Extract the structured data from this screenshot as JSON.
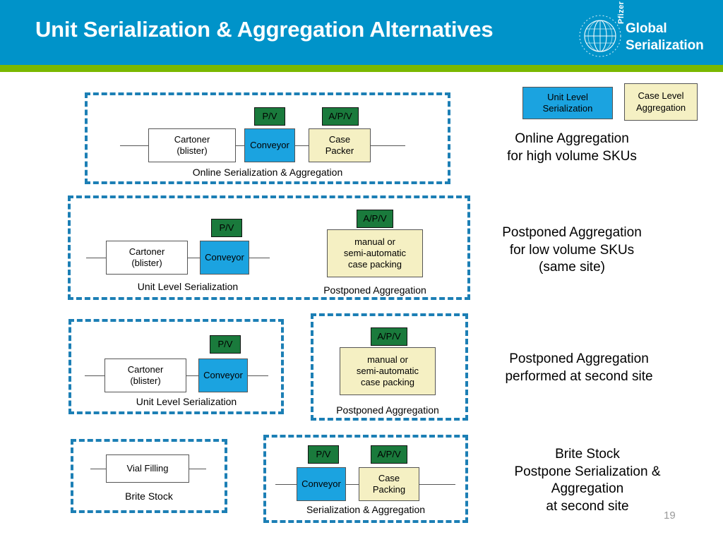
{
  "header": {
    "title": "Unit  Serialization & Aggregation Alternatives",
    "bar_color": "#0093c9",
    "rule_color": "#7ab800",
    "logo": {
      "brand": "Pfizer",
      "line1": "Global",
      "line2": "Serialization",
      "icon": "globe-icon"
    }
  },
  "legend": {
    "unit_level": "Unit Level\nSerialization",
    "unit_level_l1": "Unit Level",
    "unit_level_l2": "Serialization",
    "unit_color": "#1ba3e0",
    "case_level_l1": "Case Level",
    "case_level_l2": "Aggregation",
    "case_color": "#f5f0c3"
  },
  "colors": {
    "green_tag": "#1a7a3c",
    "dashed_border": "#1c7fb5",
    "node_border": "#555555"
  },
  "rows": [
    {
      "id": "row-online",
      "nodes": {
        "cartoner_l1": "Cartoner",
        "cartoner_l2": "(blister)",
        "conveyor": "Conveyor",
        "case_packer_l1": "Case",
        "case_packer_l2": "Packer",
        "tag_pv": "P/V",
        "tag_apv": "A/P/V"
      },
      "caption": "Online Serialization & Aggregation",
      "description_l1": "Online Aggregation",
      "description_l2": "for high volume SKUs"
    },
    {
      "id": "row-postponed-same-site",
      "nodes": {
        "cartoner_l1": "Cartoner",
        "cartoner_l2": "(blister)",
        "conveyor": "Conveyor",
        "tag_pv": "P/V",
        "tag_apv": "A/P/V",
        "manual_l1": "manual or",
        "manual_l2": "semi-automatic",
        "manual_l3": "case packing"
      },
      "caption_left": "Unit Level  Serialization",
      "caption_right": "Postponed  Aggregation",
      "description_l1": "Postponed Aggregation",
      "description_l2": "for low volume SKUs",
      "description_l3": "(same site)"
    },
    {
      "id": "row-postponed-second-site",
      "nodes": {
        "cartoner_l1": "Cartoner",
        "cartoner_l2": "(blister)",
        "conveyor": "Conveyor",
        "tag_pv": "P/V",
        "tag_apv": "A/P/V",
        "manual_l1": "manual or",
        "manual_l2": "semi-automatic",
        "manual_l3": "case packing"
      },
      "caption_left": "Unit Level  Serialization",
      "caption_right": "Postponed  Aggregation",
      "description_l1": "Postponed Aggregation",
      "description_l2": "performed at second site"
    },
    {
      "id": "row-brite-stock",
      "nodes": {
        "vial_filling": "Vial Filling",
        "conveyor": "Conveyor",
        "case_packing_l1": "Case",
        "case_packing_l2": "Packing",
        "tag_pv": "P/V",
        "tag_apv": "A/P/V"
      },
      "caption_left": "Brite Stock",
      "caption_right": "Serialization & Aggregation",
      "description_l1": "Brite Stock",
      "description_l2": "Postpone Serialization &",
      "description_l3": "Aggregation",
      "description_l4": "at second site"
    }
  ],
  "footer": {
    "page_number": "19"
  }
}
